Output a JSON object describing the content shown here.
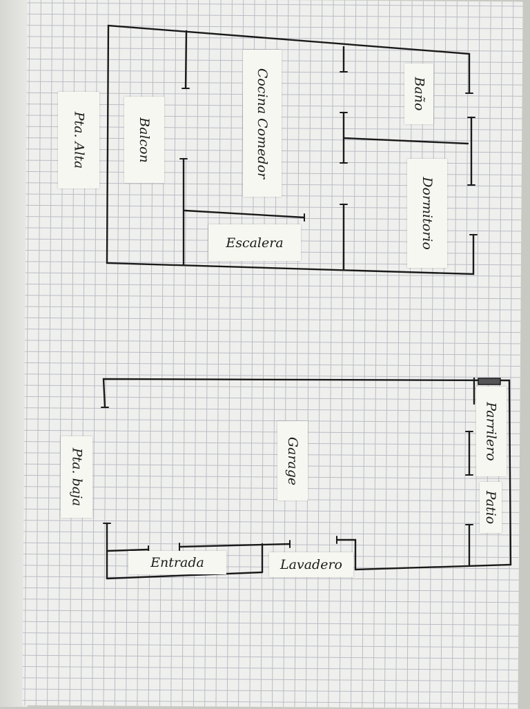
{
  "upper_floor": {
    "title": "Pta. Alta",
    "rooms": [
      "Balcon",
      "Cocina Comedor",
      "Baño",
      "Dormitorio",
      "Escalera"
    ]
  },
  "lower_floor": {
    "title": "Pta. baja",
    "rooms": [
      "Garage",
      "Parrilero",
      "Patio",
      "Entrada",
      "Lavadero"
    ]
  },
  "colors": {
    "ink": "#1a1a1a",
    "paper": "#efefed",
    "grid": "#b9bcc4"
  }
}
